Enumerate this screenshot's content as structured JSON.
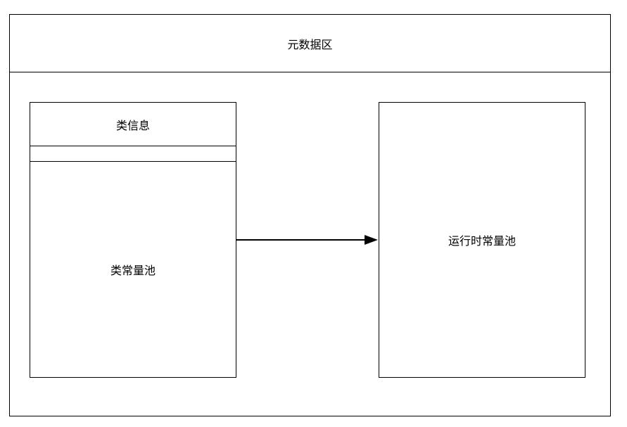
{
  "diagram": {
    "title": "元数据区",
    "left_box": {
      "header": "类信息",
      "body": "类常量池"
    },
    "right_box": {
      "label": "运行时常量池"
    },
    "arrow": {
      "direction": "left-to-right"
    },
    "colors": {
      "stroke": "#000000",
      "background": "#ffffff",
      "text": "#000000"
    }
  }
}
